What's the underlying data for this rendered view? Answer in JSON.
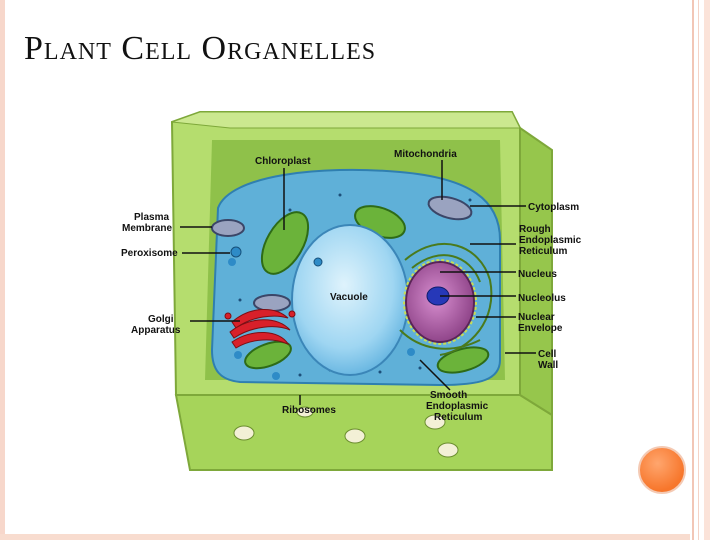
{
  "slide": {
    "title": "Plant Cell Organelles"
  },
  "diagram": {
    "labels": {
      "chloroplast": "Chloroplast",
      "mitochondria": "Mitochondria",
      "cytoplasm": "Cytoplasm",
      "plasma_membrane": [
        "Plasma",
        "Membrane"
      ],
      "peroxisome": "Peroxisome",
      "rough_er": [
        "Rough",
        "Endoplasmic",
        "Reticulum"
      ],
      "nucleus": "Nucleus",
      "vacuole": "Vacuole",
      "nucleolus": "Nucleolus",
      "golgi": [
        "Golgi",
        "Apparatus"
      ],
      "nuclear_envelope": [
        "Nuclear",
        "Envelope"
      ],
      "cell_wall": [
        "Cell",
        "Wall"
      ],
      "smooth_er": [
        "Smooth",
        "Endoplasmic",
        "Reticulum"
      ],
      "ribosomes": "Ribosomes"
    }
  },
  "colors": {
    "cell_wall": "#a6d45a",
    "cytoplasm": "#5fb0d8",
    "vacuole": "#9fd6f2",
    "nucleus": "#a9559f",
    "chloroplast": "#6bb33a",
    "golgi": "#d8202a",
    "accent": "#f7762b"
  }
}
